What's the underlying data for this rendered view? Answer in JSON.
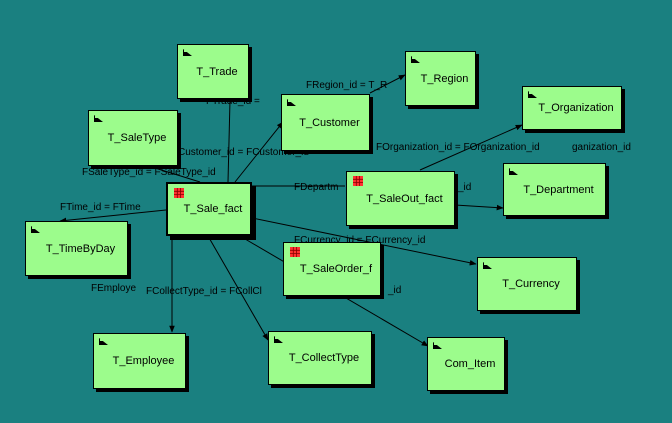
{
  "colors": {
    "background": "#1a8080",
    "node_fill": "#9cfc8c",
    "fact_icon": "#ff3030"
  },
  "nodes": {
    "t_trade": {
      "label": "T_Trade",
      "icon": "table-icon"
    },
    "t_region": {
      "label": "T_Region",
      "icon": "table-icon"
    },
    "t_customer": {
      "label": "T_Customer",
      "icon": "table-icon"
    },
    "t_saletype": {
      "label": "T_SaleType",
      "icon": "table-icon"
    },
    "t_organization": {
      "label": "T_Organization",
      "icon": "table-icon"
    },
    "t_department": {
      "label": "T_Department",
      "icon": "table-icon"
    },
    "t_sale_fact": {
      "label": "T_Sale_fact",
      "icon": "fact-table-icon"
    },
    "t_saleout_fact": {
      "label": "T_SaleOut_fact",
      "icon": "fact-table-icon"
    },
    "t_timebyday": {
      "label": "T_TimeByDay",
      "icon": "table-icon"
    },
    "t_saleorder_f": {
      "label": "T_SaleOrder_f",
      "icon": "fact-table-icon"
    },
    "t_currency": {
      "label": "T_Currency",
      "icon": "table-icon"
    },
    "t_employee": {
      "label": "T_Employee",
      "icon": "table-icon"
    },
    "t_collecttype": {
      "label": "T_CollectType",
      "icon": "table-icon"
    },
    "com_item": {
      "label": "Com_Item",
      "icon": "table-icon"
    }
  },
  "edge_labels": {
    "trade": "FTrade_id =",
    "region": "FRegion_id = T_R",
    "customer": "Customer_id = FCustomer_id",
    "saletype": "FSaleType_id = FSaleType_id",
    "time": "FTime_id = FTime",
    "department": "FDepartm",
    "dept_id": "_id",
    "organization": "FOrganization_id = FOrganization_id",
    "org_suffix": "ganization_id",
    "currency": "FCurrency_id = FCurrency_id",
    "employee": "FEmploye",
    "collecttype": "FCollectType_id = FCollCl",
    "item_id": "_id"
  }
}
